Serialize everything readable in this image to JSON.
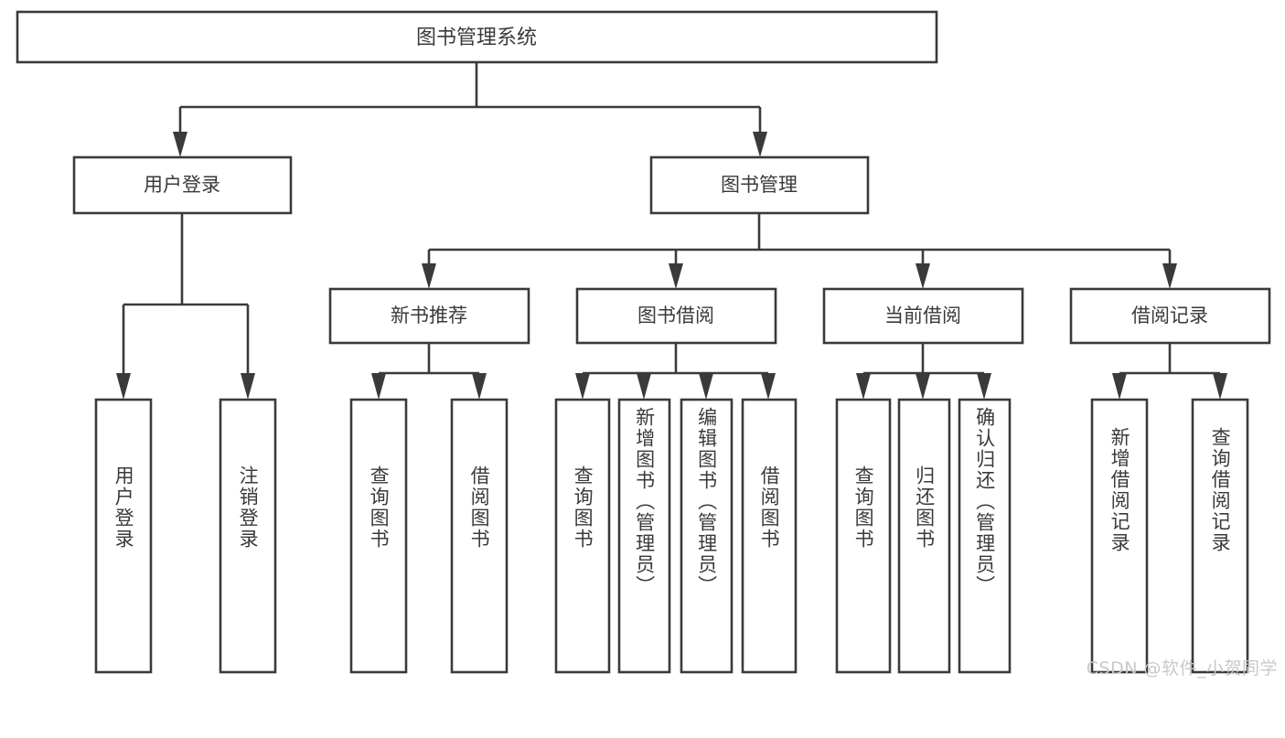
{
  "diagram": {
    "type": "tree",
    "title": "图书管理系统",
    "root": {
      "label": "图书管理系统",
      "name": "root-node"
    },
    "level2": [
      {
        "label": "用户登录",
        "name": "node-user-login"
      },
      {
        "label": "图书管理",
        "name": "node-book-management"
      }
    ],
    "level3": [
      {
        "label": "新书推荐",
        "name": "node-new-book-recommend"
      },
      {
        "label": "图书借阅",
        "name": "node-book-borrow"
      },
      {
        "label": "当前借阅",
        "name": "node-current-borrow"
      },
      {
        "label": "借阅记录",
        "name": "node-borrow-record"
      }
    ],
    "leaves": {
      "user_login": [
        {
          "label": "用户登录",
          "name": "leaf-user-login"
        },
        {
          "label": "注销登录",
          "name": "leaf-logout"
        }
      ],
      "new_book_recommend": [
        {
          "label": "查询图书",
          "name": "leaf-query-book-1"
        },
        {
          "label": "借阅图书",
          "name": "leaf-borrow-book-1"
        }
      ],
      "book_borrow": [
        {
          "label": "查询图书",
          "name": "leaf-query-book-2"
        },
        {
          "label": "新增图书（管理员）",
          "name": "leaf-add-book-admin"
        },
        {
          "label": "编辑图书（管理员）",
          "name": "leaf-edit-book-admin"
        },
        {
          "label": "借阅图书",
          "name": "leaf-borrow-book-2"
        }
      ],
      "current_borrow": [
        {
          "label": "查询图书",
          "name": "leaf-query-book-3"
        },
        {
          "label": "归还图书",
          "name": "leaf-return-book"
        },
        {
          "label": "确认归还（管理员）",
          "name": "leaf-confirm-return-admin"
        }
      ],
      "borrow_record": [
        {
          "label": "新增借阅记录",
          "name": "leaf-add-borrow-record"
        },
        {
          "label": "查询借阅记录",
          "name": "leaf-query-borrow-record"
        }
      ]
    }
  },
  "watermark": {
    "text": "CSDN @软件_小贺同学"
  },
  "colors": {
    "stroke": "#3a3a3a",
    "fill": "#ffffff",
    "text": "#3a3a3a",
    "watermark": "#c9c9c9"
  }
}
